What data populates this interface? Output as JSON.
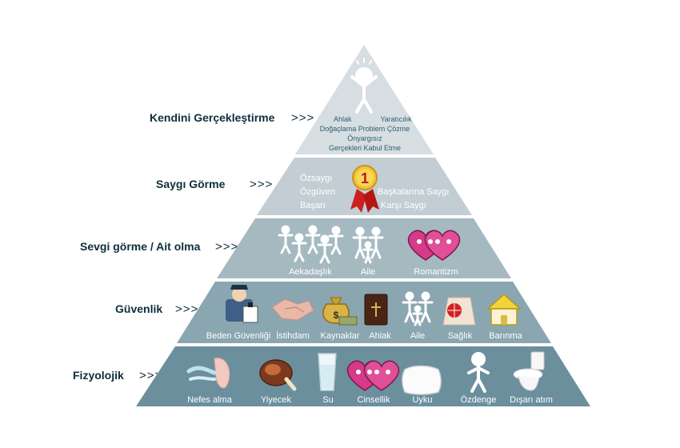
{
  "levels": [
    {
      "id": "self-actualization",
      "label": "Kendini Gerçekleştirme",
      "arrows": ">>>",
      "color": "#d7dee1",
      "items": [
        "Ahlak",
        "Yaratıcılık",
        "Doğaçlama Problem Çözme",
        "Önyargısız",
        "Gerçekleri Kabul Etme"
      ]
    },
    {
      "id": "esteem",
      "label": "Saygı Görme",
      "arrows": ">>>",
      "color": "#c2ced3",
      "items": [
        "Özsaygı",
        "Özgüven",
        "Başarı",
        "Başkalarına Saygı",
        "Karşı Saygı"
      ]
    },
    {
      "id": "love-belonging",
      "label": "Sevgi görme / Ait olma",
      "arrows": ">>>",
      "color": "#a5b9c1",
      "items": [
        "Aekadaşlık",
        "Aile",
        "Romantizm"
      ]
    },
    {
      "id": "safety",
      "label": "Güvenlik",
      "arrows": ">>>",
      "color": "#8aa6b1",
      "items": [
        "Beden Güvenliği",
        "İstihdam",
        "Kaynaklar",
        "Ahlak",
        "Aile",
        "Sağlık",
        "Barınma"
      ]
    },
    {
      "id": "physiological",
      "label": "Fizyolojik",
      "arrows": ">>>",
      "color": "#6c8f9d",
      "items": [
        "Nefes alma",
        "Yiyecek",
        "Su",
        "Cinsellik",
        "Uyku",
        "Özdenge",
        "Dışarı atım"
      ]
    }
  ],
  "badge_number": "1",
  "colors": {
    "label_text": "#0d2f3c",
    "top_text": "#2b5f73",
    "item_text": "#ffffff",
    "separator": "#ffffff"
  },
  "icons": {
    "top": "stick-figure-icon",
    "esteem": "award-ribbon-icon",
    "love": [
      "friends-group-icon",
      "family-icon",
      "hearts-couple-icon"
    ],
    "safety": [
      "security-guard-icon",
      "handshake-icon",
      "money-bag-icon",
      "bible-icon",
      "family-icon",
      "health-heart-icon",
      "house-icon"
    ],
    "physiological": [
      "breath-icon",
      "food-icon",
      "water-glass-icon",
      "hearts-couple-icon",
      "pillow-icon",
      "balance-figure-icon",
      "toilet-icon"
    ]
  }
}
